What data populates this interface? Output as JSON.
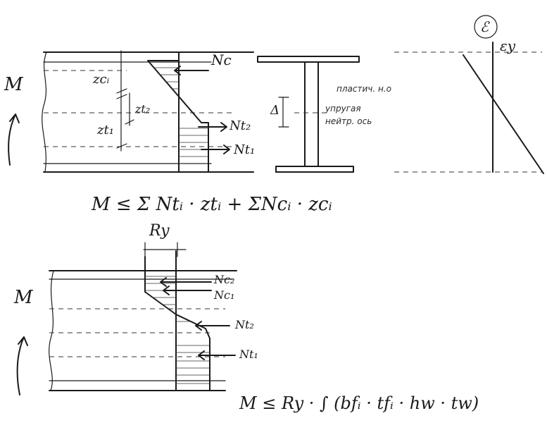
{
  "top_diagram": {
    "corner_mark": "ℰ",
    "moment": "M",
    "forces": {
      "compression": "Nc",
      "tension_2": "Nt₂",
      "tension_1": "Nt₁"
    },
    "arms": {
      "zc": "zcᵢ",
      "zt2": "zt₂",
      "zt1": "zt₁"
    },
    "section": {
      "delta": "Δ",
      "note_line1": "пластич. н.о",
      "note_line2": "упругая",
      "note_line3": "нейтр. ось"
    },
    "strain_label": "εy",
    "formula": "M ≤  Σ Ntᵢ · ztᵢ + ΣNcᵢ · zcᵢ"
  },
  "bottom_diagram": {
    "moment": "M",
    "stress_label": "Ry",
    "forces": {
      "c2": "Nc₂",
      "c1": "Nc₁",
      "t2": "Nt₂",
      "t1": "Nt₁"
    },
    "formula": "M ≤ Ry · ∫ (bfᵢ · tfᵢ · hw · tw)"
  }
}
